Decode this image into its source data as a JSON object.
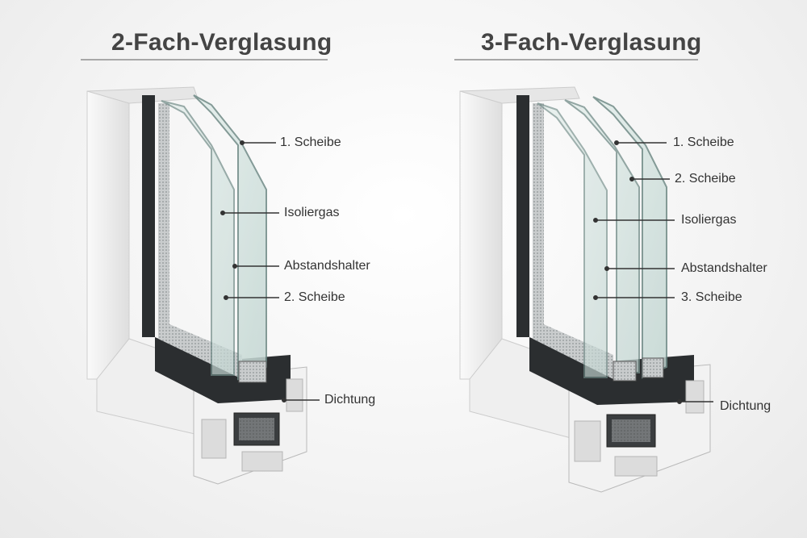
{
  "panels": [
    {
      "title": "2-Fach-Verglasung",
      "labels": [
        "1. Scheibe",
        "Isoliergas",
        "Abstandshalter",
        "2. Scheibe",
        "Dichtung"
      ]
    },
    {
      "title": "3-Fach-Verglasung",
      "labels": [
        "1. Scheibe",
        "2. Scheibe",
        "Isoliergas",
        "Abstandshalter",
        "3. Scheibe",
        "Dichtung"
      ]
    }
  ],
  "colors": {
    "frame": "#eeeeee",
    "frame_shadow": "#cfcfcf",
    "dark_profile": "#2b2e30",
    "glass": "#cfe0dc",
    "glass_edge": "#6f8a86",
    "title_text": "#444444",
    "leader": "#333333"
  }
}
